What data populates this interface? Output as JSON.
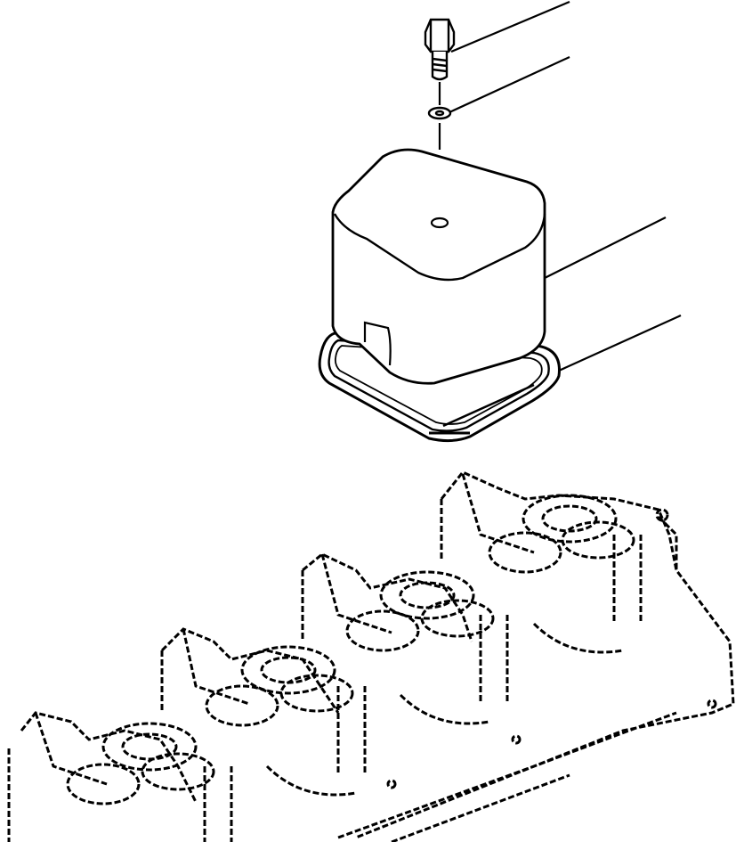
{
  "diagram": {
    "kind": "exploded parts illustration",
    "parts": [
      {
        "id": "bolt",
        "label": ""
      },
      {
        "id": "washer",
        "label": ""
      },
      {
        "id": "cover",
        "label": ""
      },
      {
        "id": "gasket",
        "label": ""
      },
      {
        "id": "cylinder-head",
        "label": ""
      }
    ],
    "colors": {
      "line": "#000000",
      "background": "#ffffff"
    }
  }
}
